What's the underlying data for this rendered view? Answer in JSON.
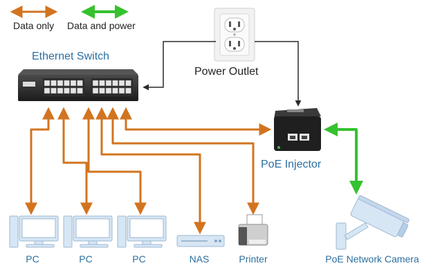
{
  "legend": {
    "data_only": "Data only",
    "data_and_power": "Data and power"
  },
  "labels": {
    "ethernet_switch": "Ethernet Switch",
    "power_outlet": "Power Outlet",
    "poe_injector": "PoE Injector"
  },
  "devices": [
    {
      "name": "PC"
    },
    {
      "name": "PC"
    },
    {
      "name": "PC"
    },
    {
      "name": "NAS"
    },
    {
      "name": "Printer"
    },
    {
      "name": "PoE Network Camera"
    }
  ],
  "colors": {
    "data_only": "#d2741f",
    "data_and_power": "#36c12e",
    "device_blue": "#2a6fa0",
    "wire": "#2a2a2a"
  }
}
